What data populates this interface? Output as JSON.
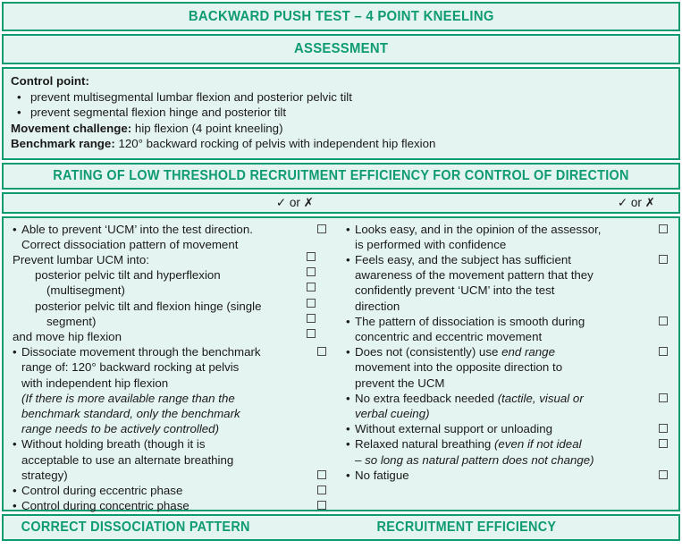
{
  "colors": {
    "accent": "#0f9b72",
    "panel_bg": "#e4f4f0",
    "text": "#1a1a1a",
    "checkbox_border": "#4a4a4a"
  },
  "title": "BACKWARD PUSH TEST – 4 POINT KNEELING",
  "assessment": {
    "heading": "ASSESSMENT",
    "control_point_label": "Control point:",
    "control_point_bullets": [
      "prevent multisegmental lumbar flexion and posterior pelvic tilt",
      "prevent segmental flexion hinge and posterior tilt"
    ],
    "movement_challenge_label": "Movement challenge:",
    "movement_challenge_value": "hip flexion (4 point kneeling)",
    "benchmark_range_label": "Benchmark range:",
    "benchmark_range_value": "120° backward rocking of pelvis with independent hip flexion"
  },
  "rating": {
    "heading": "RATING OF LOW THRESHOLD RECRUITMENT EFFICIENCY FOR CONTROL OF DIRECTION",
    "mark_header": "✓ or ✗",
    "check_glyph": "✓",
    "cross_glyph": "✗",
    "or_word": "or"
  },
  "left_column": {
    "footer_label": "CORRECT DISSOCIATION PATTERN",
    "items": [
      {
        "type": "bullet",
        "lines": [
          "Able to prevent ‘UCM’ into the test direction.",
          "Correct dissociation pattern of movement"
        ],
        "checkbox": true
      },
      {
        "type": "plain",
        "indent": 0,
        "text": "Prevent lumbar UCM into:",
        "checkbox": false
      },
      {
        "type": "plain",
        "indent": 1,
        "text": "posterior pelvic tilt and hyperflexion",
        "checkbox": false
      },
      {
        "type": "plain",
        "indent": 2,
        "text": "(multisegment)",
        "checkbox": false
      },
      {
        "type": "plain",
        "indent": 1,
        "text": "posterior pelvic tilt and flexion hinge (single",
        "checkbox": false
      },
      {
        "type": "plain",
        "indent": 2,
        "text": "segment)",
        "checkbox": false
      },
      {
        "type": "plain",
        "indent": 0,
        "text": "and move hip flexion",
        "checkbox": false
      },
      {
        "type": "bullet",
        "lines": [
          "Dissociate movement through the benchmark",
          "range of: 120° backward rocking at pelvis",
          "with independent hip flexion"
        ],
        "italic_lines": [
          "(If there is more available range than the",
          "benchmark standard, only the benchmark",
          "range needs to be actively controlled)"
        ],
        "checkbox": true
      },
      {
        "type": "bullet",
        "lines": [
          "Without holding breath (though it is",
          "acceptable to use an alternate breathing",
          "strategy)"
        ],
        "checkbox": true,
        "checkbox_on_line": 2
      },
      {
        "type": "bullet",
        "lines": [
          "Control during eccentric phase"
        ],
        "checkbox": true
      },
      {
        "type": "bullet",
        "lines": [
          "Control during concentric phase"
        ],
        "checkbox": true
      }
    ]
  },
  "right_column": {
    "footer_label": "RECRUITMENT EFFICIENCY",
    "items": [
      {
        "type": "bullet",
        "lines": [
          "Looks easy, and in the opinion of the assessor,",
          "is performed with confidence"
        ],
        "checkbox": true
      },
      {
        "type": "bullet",
        "lines": [
          "Feels easy, and the subject has sufficient",
          "awareness of the movement pattern that they",
          "confidently prevent ‘UCM’ into the test",
          "direction"
        ],
        "checkbox": true
      },
      {
        "type": "bullet",
        "lines": [
          "The pattern of dissociation is smooth during",
          "concentric and eccentric movement"
        ],
        "checkbox": true
      },
      {
        "type": "bullet",
        "html_lines": [
          "Does not (consistently) use <em>end range</em>",
          "movement into the opposite direction to",
          "prevent the UCM"
        ],
        "checkbox": true
      },
      {
        "type": "bullet",
        "html_lines": [
          "No extra feedback needed <em>(tactile, visual or</em>",
          "<em>verbal cueing)</em>"
        ],
        "checkbox": true
      },
      {
        "type": "bullet",
        "lines": [
          "Without external support or unloading"
        ],
        "checkbox": true
      },
      {
        "type": "bullet",
        "html_lines": [
          "Relaxed natural breathing <em>(even if not ideal</em>",
          "<em>– so long as natural pattern does not change)</em>"
        ],
        "checkbox": true
      },
      {
        "type": "bullet",
        "lines": [
          "No fatigue"
        ],
        "checkbox": true
      }
    ]
  }
}
